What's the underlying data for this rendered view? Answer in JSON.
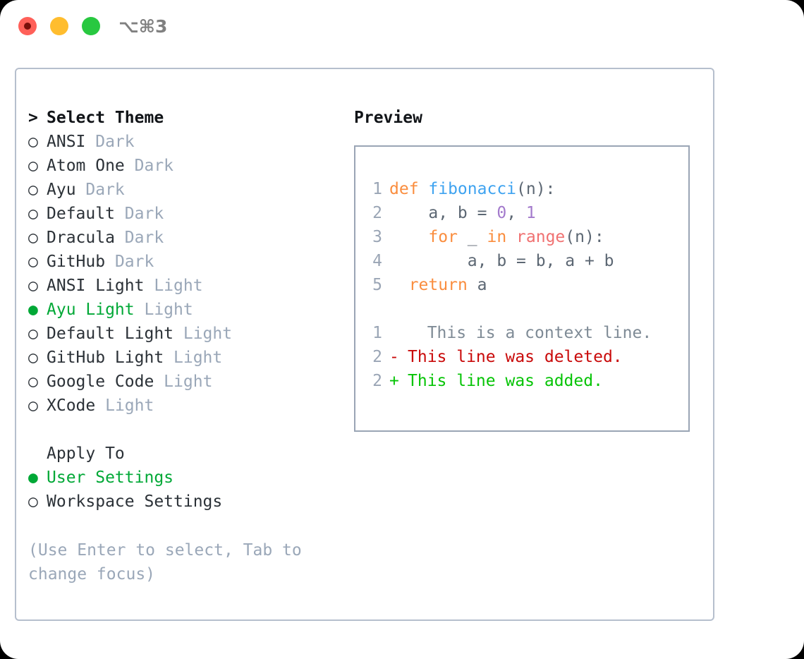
{
  "window": {
    "traffic_lights": [
      "close",
      "minimize",
      "maximize"
    ],
    "shortcut_label": "⌥⌘3",
    "accent_green": "#00a836",
    "border_color": "#b6bfcd"
  },
  "left_panel": {
    "header": {
      "marker": ">",
      "label": "Select Theme"
    },
    "themes": [
      {
        "marker": "○",
        "name": "ANSI",
        "variant": "Dark",
        "selected": false
      },
      {
        "marker": "○",
        "name": "Atom One",
        "variant": "Dark",
        "selected": false
      },
      {
        "marker": "○",
        "name": "Ayu",
        "variant": "Dark",
        "selected": false
      },
      {
        "marker": "○",
        "name": "Default",
        "variant": "Dark",
        "selected": false
      },
      {
        "marker": "○",
        "name": "Dracula",
        "variant": "Dark",
        "selected": false
      },
      {
        "marker": "○",
        "name": "GitHub",
        "variant": "Dark",
        "selected": false
      },
      {
        "marker": "○",
        "name": "ANSI Light",
        "variant": "Light",
        "selected": false
      },
      {
        "marker": "●",
        "name": "Ayu Light",
        "variant": "Light",
        "selected": true
      },
      {
        "marker": "○",
        "name": "Default Light",
        "variant": "Light",
        "selected": false
      },
      {
        "marker": "○",
        "name": "GitHub Light",
        "variant": "Light",
        "selected": false
      },
      {
        "marker": "○",
        "name": "Google Code",
        "variant": "Light",
        "selected": false
      },
      {
        "marker": "○",
        "name": "XCode",
        "variant": "Light",
        "selected": false
      }
    ],
    "apply_to": {
      "label": "Apply To",
      "options": [
        {
          "marker": "●",
          "label": "User Settings",
          "selected": true
        },
        {
          "marker": "○",
          "label": "Workspace Settings",
          "selected": false
        }
      ]
    },
    "hint": "(Use Enter to select, Tab to change focus)"
  },
  "right_panel": {
    "title": "Preview",
    "code_lines": [
      {
        "number": "1",
        "tokens": [
          {
            "text": "def ",
            "cls": "tok-kw"
          },
          {
            "text": "fibonacci",
            "cls": "tok-fn"
          },
          {
            "text": "(n):",
            "cls": "tok-punc"
          }
        ]
      },
      {
        "number": "2",
        "tokens": [
          {
            "text": "    a, b = ",
            "cls": "tok-txt"
          },
          {
            "text": "0",
            "cls": "tok-num"
          },
          {
            "text": ", ",
            "cls": "tok-txt"
          },
          {
            "text": "1",
            "cls": "tok-num"
          }
        ]
      },
      {
        "number": "3",
        "tokens": [
          {
            "text": "    ",
            "cls": "tok-txt"
          },
          {
            "text": "for",
            "cls": "tok-kw"
          },
          {
            "text": " _ ",
            "cls": "tok-txt"
          },
          {
            "text": "in",
            "cls": "tok-kw"
          },
          {
            "text": " ",
            "cls": "tok-txt"
          },
          {
            "text": "range",
            "cls": "tok-call"
          },
          {
            "text": "(n):",
            "cls": "tok-punc"
          }
        ]
      },
      {
        "number": "4",
        "tokens": [
          {
            "text": "        a, b = b, a + b",
            "cls": "tok-txt"
          }
        ]
      },
      {
        "number": "5",
        "tokens": [
          {
            "text": "  ",
            "cls": "tok-txt"
          },
          {
            "text": "return",
            "cls": "tok-kw"
          },
          {
            "text": " a",
            "cls": "tok-txt"
          }
        ]
      }
    ],
    "diff_lines": [
      {
        "number": "1",
        "sign": " ",
        "text": "  This is a context line.",
        "kind": "context"
      },
      {
        "number": "2",
        "sign": "-",
        "text": "This line was deleted.",
        "kind": "deleted"
      },
      {
        "number": "2",
        "sign": "+",
        "text": "This line was added.",
        "kind": "added"
      }
    ]
  }
}
